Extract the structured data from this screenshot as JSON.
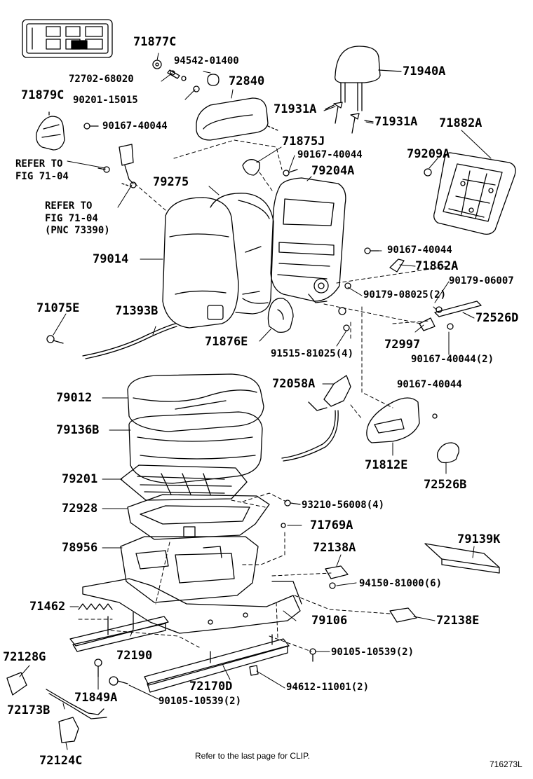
{
  "parts": [
    {
      "key": "p71877C",
      "text": "71877C"
    },
    {
      "key": "p94542",
      "text": "94542-01400"
    },
    {
      "key": "p72702",
      "text": "72702-68020"
    },
    {
      "key": "p72840",
      "text": "72840"
    },
    {
      "key": "p90201",
      "text": "90201-15015"
    },
    {
      "key": "p71879C",
      "text": "71879C"
    },
    {
      "key": "p90167a",
      "text": "90167-40044"
    },
    {
      "key": "p71940A",
      "text": "71940A"
    },
    {
      "key": "p71931A1",
      "text": "71931A"
    },
    {
      "key": "p71931A2",
      "text": "71931A"
    },
    {
      "key": "p71882A",
      "text": "71882A"
    },
    {
      "key": "p79209A",
      "text": "79209A"
    },
    {
      "key": "p71875J",
      "text": "71875J"
    },
    {
      "key": "p90167b",
      "text": "90167-40044"
    },
    {
      "key": "p79204A",
      "text": "79204A"
    },
    {
      "key": "p79275",
      "text": "79275"
    },
    {
      "key": "p79014",
      "text": "79014"
    },
    {
      "key": "p90167c",
      "text": "90167-40044"
    },
    {
      "key": "p71862A",
      "text": "71862A"
    },
    {
      "key": "p90179a",
      "text": "90179-06007"
    },
    {
      "key": "p90179b",
      "text": "90179-08025(2)"
    },
    {
      "key": "p72526D",
      "text": "72526D"
    },
    {
      "key": "p71075E",
      "text": "71075E"
    },
    {
      "key": "p71393B",
      "text": "71393B"
    },
    {
      "key": "p72997",
      "text": "72997"
    },
    {
      "key": "p71876E",
      "text": "71876E"
    },
    {
      "key": "p91515",
      "text": "91515-81025(4)"
    },
    {
      "key": "p90167d",
      "text": "90167-40044(2)"
    },
    {
      "key": "p72058A",
      "text": "72058A"
    },
    {
      "key": "p90167e",
      "text": "90167-40044"
    },
    {
      "key": "p79012",
      "text": "79012"
    },
    {
      "key": "p79136B",
      "text": "79136B"
    },
    {
      "key": "p71812E",
      "text": "71812E"
    },
    {
      "key": "p72526B",
      "text": "72526B"
    },
    {
      "key": "p79201",
      "text": "79201"
    },
    {
      "key": "p72928",
      "text": "72928"
    },
    {
      "key": "p93210",
      "text": "93210-56008(4)"
    },
    {
      "key": "p71769A",
      "text": "71769A"
    },
    {
      "key": "p79139K",
      "text": "79139K"
    },
    {
      "key": "p78956",
      "text": "78956"
    },
    {
      "key": "p72138A",
      "text": "72138A"
    },
    {
      "key": "p94150",
      "text": "94150-81000(6)"
    },
    {
      "key": "p71462",
      "text": "71462"
    },
    {
      "key": "p79106",
      "text": "79106"
    },
    {
      "key": "p72138E",
      "text": "72138E"
    },
    {
      "key": "p72190",
      "text": "72190"
    },
    {
      "key": "p90105a",
      "text": "90105-10539(2)"
    },
    {
      "key": "p72128G",
      "text": "72128G"
    },
    {
      "key": "p72170D",
      "text": "72170D"
    },
    {
      "key": "p94612",
      "text": "94612-11001(2)"
    },
    {
      "key": "p71849A",
      "text": "71849A"
    },
    {
      "key": "p90105b",
      "text": "90105-10539(2)"
    },
    {
      "key": "p72173B",
      "text": "72173B"
    },
    {
      "key": "p72124C",
      "text": "72124C"
    }
  ],
  "refs": {
    "ref1": "REFER TO\nFIG 71-04",
    "ref2": "REFER TO\nFIG 71-04\n(PNC 73390)"
  },
  "footer": {
    "note": "Refer to the last page for CLIP.",
    "code": "716273L"
  }
}
